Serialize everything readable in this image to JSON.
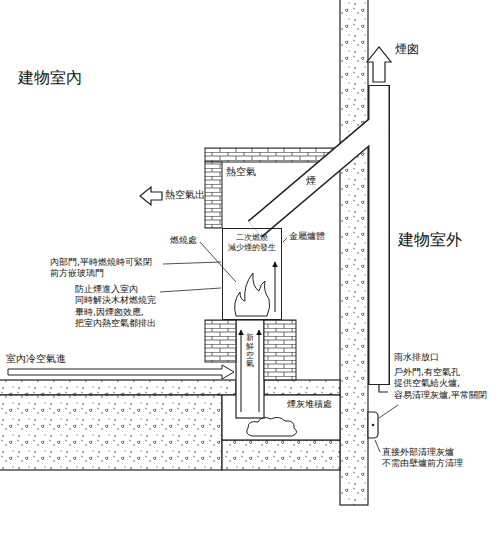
{
  "diagram": {
    "nodes": [
      {
        "text": [
          "熱空氣"
        ]
      },
      {
        "text": [
          "二次燃燒 減少煙的發生"
        ]
      }
    ],
    "labels": [
      "建物室內",
      "煙囪",
      "熱空氣出",
      "煙",
      "燃燒處",
      "金屬爐體",
      "內部門,平時燃燒時可緊閉 前方嵌玻璃門",
      "防止煙進入室內 同時解決木材燃燒完 畢時,因煙囪效應, 把室內熱空氣都排出",
      "建物室外",
      "室內冷空氣進",
      "新鮮空氣",
      "雨水排放口",
      "戶外門,有空氣孔 提供空氣給火爐, 容易清理灰爐,平常關閉",
      "煙灰堆積處",
      "直接外部清理灰爐 不需由壁爐前方清理"
    ]
  }
}
